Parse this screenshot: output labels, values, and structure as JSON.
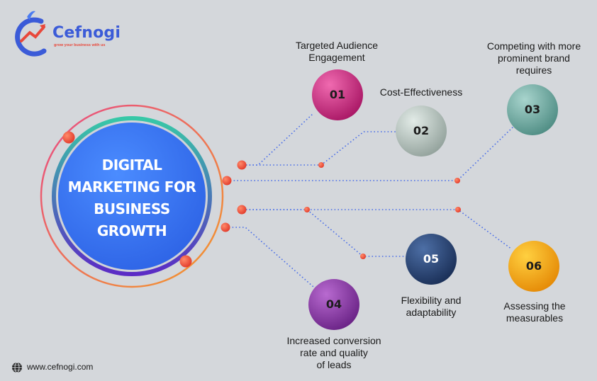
{
  "brand": {
    "name": "Cefnogi",
    "tagline": "grow your business with us",
    "website": "www.cefnogi.com"
  },
  "title": "DIGITAL MARKETING FOR BUSINESS GROWTH",
  "title_lines": [
    "DIGITAL",
    "MARKETING FOR",
    "BUSINESS GROWTH"
  ],
  "items": [
    {
      "number": "01",
      "label_lines": [
        "Targeted Audience",
        "Engagement"
      ],
      "color": "#d0287f"
    },
    {
      "number": "02",
      "label_lines": [
        "Cost-Effectiveness"
      ],
      "color": "#b9c6c1"
    },
    {
      "number": "03",
      "label_lines": [
        "Competing with more",
        "prominent brand",
        "requires"
      ],
      "color": "#79b3aa"
    },
    {
      "number": "04",
      "label_lines": [
        "Increased conversion",
        "rate and quality",
        "of leads"
      ],
      "color": "#8c3ba6"
    },
    {
      "number": "05",
      "label_lines": [
        "Flexibility and",
        "adaptability"
      ],
      "color": "#2c4a7c"
    },
    {
      "number": "06",
      "label_lines": [
        "Assessing the",
        "measurables"
      ],
      "color": "#f2a516"
    }
  ],
  "colors": {
    "background": "#d4d7db",
    "accent_blue": "#3f7cf4",
    "accent_orange": "#ef5b3c",
    "connector": "#4a6ee8"
  },
  "icons": [
    "logo-swoosh-icon",
    "globe-icon"
  ]
}
